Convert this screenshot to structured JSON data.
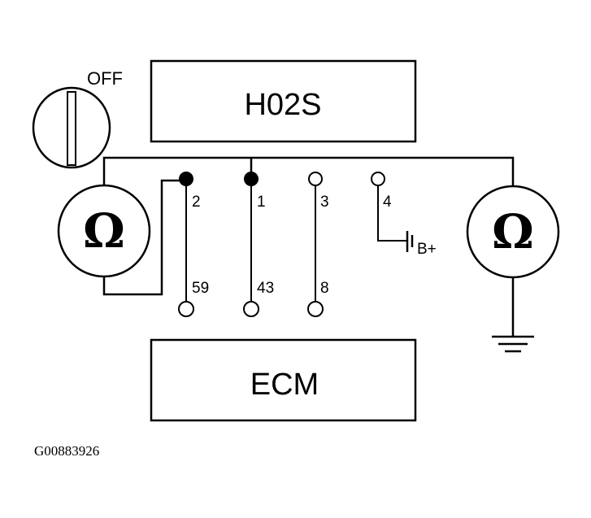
{
  "switch": {
    "label": "OFF"
  },
  "h02s": {
    "label": "H02S"
  },
  "ecm": {
    "label": "ECM"
  },
  "meter_left": {
    "symbol": "Ω"
  },
  "meter_right": {
    "symbol": "Ω"
  },
  "pins_top": {
    "p2": "2",
    "p1": "1",
    "p3": "3",
    "p4": "4"
  },
  "pins_bottom": {
    "p59": "59",
    "p43": "43",
    "p8": "8"
  },
  "battery": {
    "label": "B+"
  },
  "figure_id": "G00883926"
}
